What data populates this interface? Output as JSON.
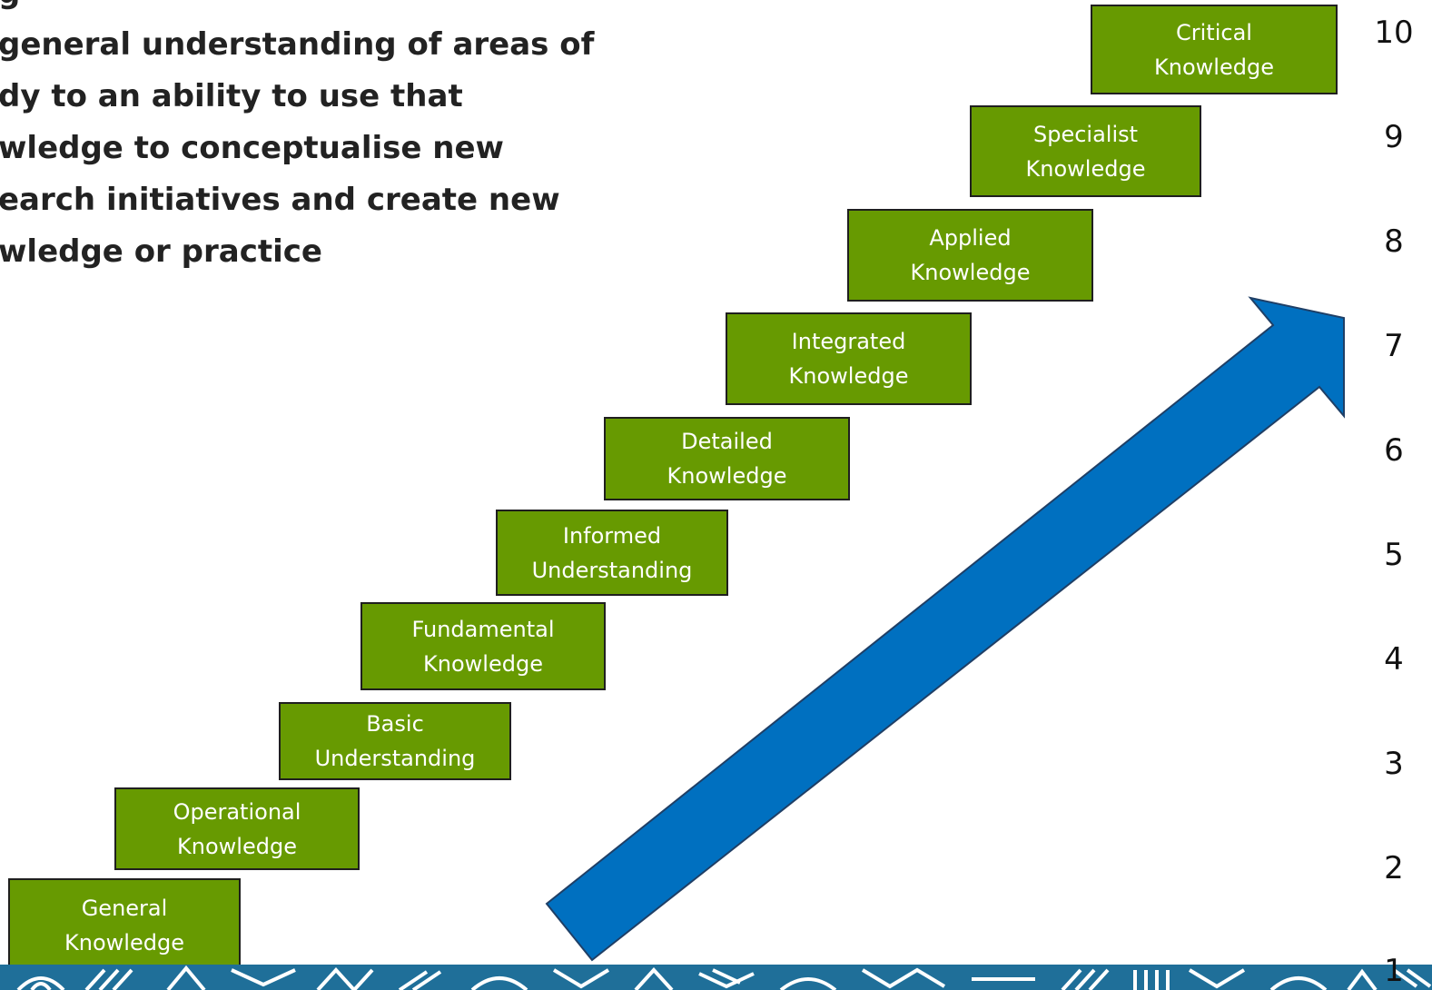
{
  "intro": {
    "lines": [
      "                        g",
      "  general understanding of areas of",
      "dy to an ability to use that",
      "wledge to conceptualise new",
      "earch initiatives and create new",
      "wledge or practice"
    ]
  },
  "steps": [
    {
      "line1": "General",
      "line2": "Knowledge"
    },
    {
      "line1": "Operational",
      "line2": "Knowledge"
    },
    {
      "line1": "Basic",
      "line2": "Understanding"
    },
    {
      "line1": "Fundamental",
      "line2": "Knowledge"
    },
    {
      "line1": "Informed",
      "line2": "Understanding"
    },
    {
      "line1": "Detailed",
      "line2": "Knowledge"
    },
    {
      "line1": "Integrated",
      "line2": "Knowledge"
    },
    {
      "line1": "Applied",
      "line2": "Knowledge"
    },
    {
      "line1": "Specialist",
      "line2": "Knowledge"
    },
    {
      "line1": "Critical",
      "line2": "Knowledge"
    }
  ],
  "levels": [
    "1",
    "2",
    "3",
    "4",
    "5",
    "6",
    "7",
    "8",
    "9",
    "10"
  ],
  "colors": {
    "step_fill": "#679a01",
    "arrow_fill": "#0070c0",
    "band_fill": "#1f6f99"
  },
  "icons": {
    "arrow": "progress-arrow-icon",
    "band": "decorative-pattern-band"
  }
}
